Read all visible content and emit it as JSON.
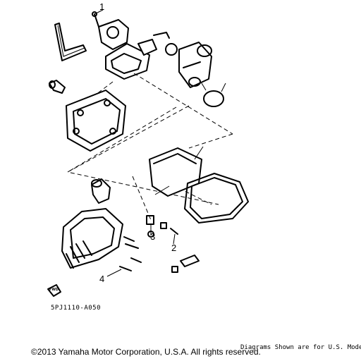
{
  "callouts": {
    "c1": "1",
    "c2": "2",
    "c3": "3",
    "c4": "4"
  },
  "diagram_code": "5PJ1110-A050",
  "footer": {
    "copyright": "©2013 Yamaha Motor Corporation, U.S.A. All rights reserved.",
    "note": "Diagrams Shown are for U.S. Models"
  },
  "arrow_label": "FWD"
}
